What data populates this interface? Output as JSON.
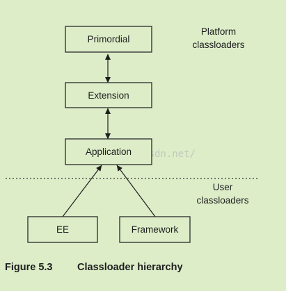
{
  "nodes": {
    "primordial": "Primordial",
    "extension": "Extension",
    "application": "Application",
    "ee": "EE",
    "framework": "Framework"
  },
  "groups": {
    "platform": [
      "Platform",
      "classloaders"
    ],
    "user": [
      "User",
      "classloaders"
    ]
  },
  "watermark": "http://blog.csdn.net/",
  "caption": {
    "number": "Figure 5.3",
    "title": "Classloader hierarchy"
  },
  "colors": {
    "background": "#dcedc8",
    "stroke": "#2b2b2b",
    "text": "#1e1e1e",
    "watermark": "#c2c9bc"
  }
}
